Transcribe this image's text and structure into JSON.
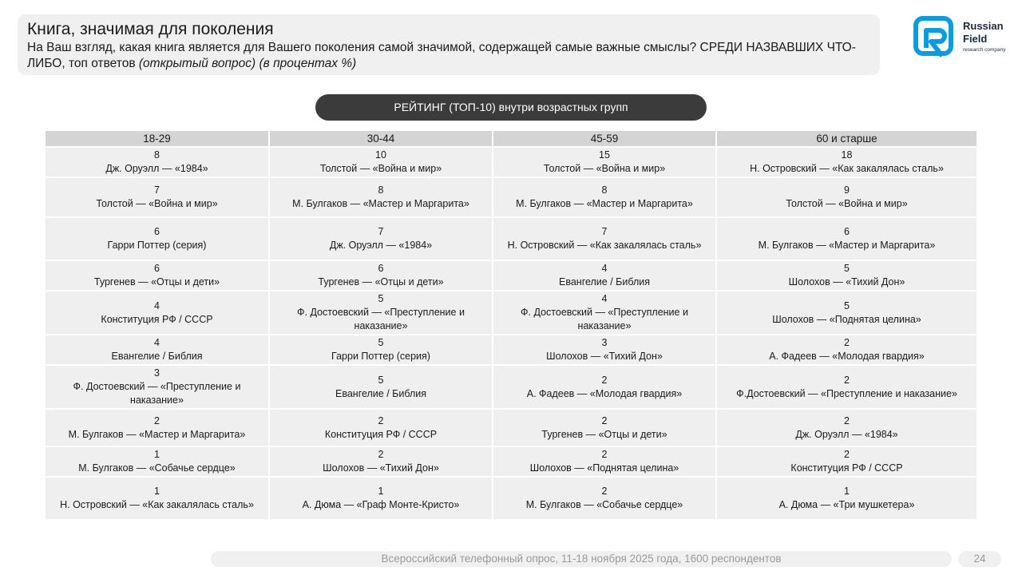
{
  "header": {
    "title": "Книга, значимая для поколения",
    "subtitle_main": "На Ваш взгляд, какая книга является для Вашего поколения самой значимой, содержащей самые важные смыслы? СРЕДИ НАЗВАВШИХ ЧТО-ЛИБО, топ ответов",
    "subtitle_italic": "(открытый вопрос) (в процентах %)"
  },
  "logo": {
    "line1": "Russian",
    "line2": "Field",
    "line3": "research company",
    "color": "#0a9be0"
  },
  "rating_label": "РЕЙТИНГ (ТОП-10) внутри возрастных групп",
  "colors": {
    "xlight": "#e4f3fb",
    "light": "#a6e2f8",
    "cyan": "#00a3ec",
    "dark": "#0a6bc5",
    "default": "#efefef",
    "header": "#d4d4d4"
  },
  "chart_data": {
    "type": "table",
    "columns": [
      "18-29",
      "30-44",
      "45-59",
      "60 и старше"
    ],
    "rows": [
      [
        {
          "value": 8,
          "name": "Дж. Оруэлл — «1984»",
          "color": "xlight"
        },
        {
          "value": 10,
          "name": "Толстой — «Война и мир»",
          "color": "dark"
        },
        {
          "value": 15,
          "name": "Толстой — «Война и мир»",
          "color": "dark"
        },
        {
          "value": 18,
          "name": "Н. Островский — «Как закалялась сталь»",
          "color": "cyan"
        }
      ],
      [
        {
          "value": 7,
          "name": "Толстой — «Война и мир»",
          "color": "dark"
        },
        {
          "value": 8,
          "name": "М. Булгаков — «Мастер и Маргарита»",
          "color": "light"
        },
        {
          "value": 8,
          "name": "М. Булгаков — «Мастер и Маргарита»",
          "color": "light"
        },
        {
          "value": 9,
          "name": "Толстой — «Война и мир»",
          "color": "dark"
        }
      ],
      [
        {
          "value": 6,
          "name": "Гарри Поттер (серия)",
          "color": "default"
        },
        {
          "value": 7,
          "name": "Дж. Оруэлл — «1984»",
          "color": "xlight"
        },
        {
          "value": 7,
          "name": "Н. Островский — «Как закалялась сталь»",
          "color": "cyan"
        },
        {
          "value": 6,
          "name": "М. Булгаков — «Мастер и Маргарита»",
          "color": "light"
        }
      ],
      [
        {
          "value": 6,
          "name": "Тургенев — «Отцы и дети»",
          "color": "default"
        },
        {
          "value": 6,
          "name": "Тургенев — «Отцы и дети»",
          "color": "default"
        },
        {
          "value": 4,
          "name": "Евангелие / Библия",
          "color": "default"
        },
        {
          "value": 5,
          "name": "Шолохов — «Тихий Дон»",
          "color": "default"
        }
      ],
      [
        {
          "value": 4,
          "name": "Конституция РФ / СССР",
          "color": "default"
        },
        {
          "value": 5,
          "name": "Ф. Достоевский — «Преступление и наказание»",
          "color": "default"
        },
        {
          "value": 4,
          "name": "Ф. Достоевский — «Преступление и наказание»",
          "color": "default"
        },
        {
          "value": 5,
          "name": "Шолохов — «Поднятая целина»",
          "color": "default"
        }
      ],
      [
        {
          "value": 4,
          "name": "Евангелие / Библия",
          "color": "default"
        },
        {
          "value": 5,
          "name": "Гарри Поттер (серия)",
          "color": "default"
        },
        {
          "value": 3,
          "name": "Шолохов — «Тихий Дон»",
          "color": "default"
        },
        {
          "value": 2,
          "name": "А. Фадеев — «Молодая гвардия»",
          "color": "default"
        }
      ],
      [
        {
          "value": 3,
          "name": "Ф. Достоевский — «Преступление и наказание»",
          "color": "default"
        },
        {
          "value": 5,
          "name": "Евангелие / Библия",
          "color": "default"
        },
        {
          "value": 2,
          "name": "А. Фадеев — «Молодая гвардия»",
          "color": "default"
        },
        {
          "value": 2,
          "name": "Ф.Достоевский — «Преступление и наказание»",
          "color": "default"
        }
      ],
      [
        {
          "value": 2,
          "name": "М. Булгаков — «Мастер и Маргарита»",
          "color": "light"
        },
        {
          "value": 2,
          "name": "Конституция РФ / СССР",
          "color": "default"
        },
        {
          "value": 2,
          "name": "Тургенев — «Отцы и дети»",
          "color": "default"
        },
        {
          "value": 2,
          "name": "Дж. Оруэлл — «1984»",
          "color": "xlight"
        }
      ],
      [
        {
          "value": 1,
          "name": "М. Булгаков — «Собачье сердце»",
          "color": "default"
        },
        {
          "value": 2,
          "name": "Шолохов — «Тихий Дон»",
          "color": "default"
        },
        {
          "value": 2,
          "name": "Шолохов — «Поднятая целина»",
          "color": "default"
        },
        {
          "value": 2,
          "name": "Конституция РФ / СССР",
          "color": "default"
        }
      ],
      [
        {
          "value": 1,
          "name": "Н. Островский — «Как закалялась сталь»",
          "color": "cyan"
        },
        {
          "value": 1,
          "name": "А. Дюма — «Граф Монте-Кристо»",
          "color": "default"
        },
        {
          "value": 2,
          "name": "М. Булгаков — «Собачье сердце»",
          "color": "default"
        },
        {
          "value": 1,
          "name": "А. Дюма — «Три мушкетера»",
          "color": "default"
        }
      ]
    ]
  },
  "footer": {
    "source": "Всероссийский телефонный опрос, 11-18 ноября 2025 года, 1600 респондентов",
    "page": "24"
  }
}
